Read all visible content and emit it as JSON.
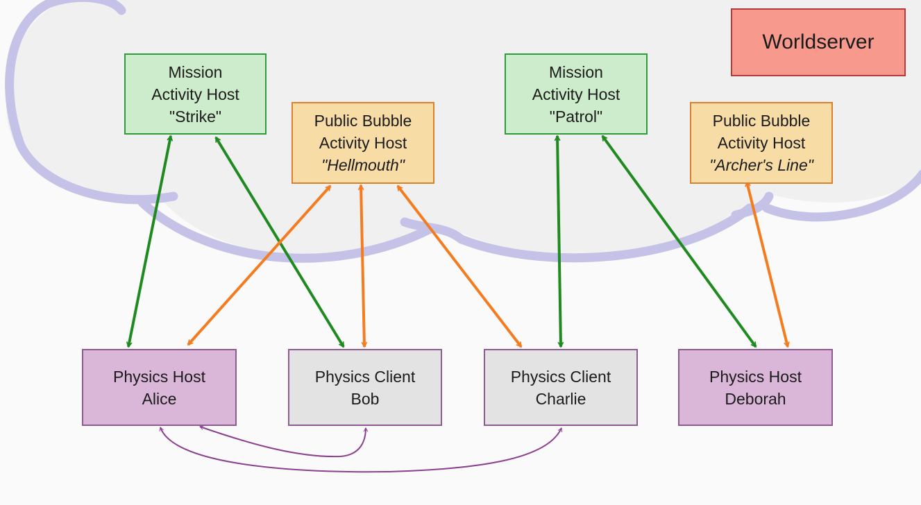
{
  "diagram": {
    "region": {
      "label": "Worldserver",
      "color": "#f79a8d"
    },
    "cloud_color": "#c5c2e8",
    "link_colors": {
      "mission": "#1f8a1f",
      "bubble": "#f47c20",
      "physics": "#8a3f8f"
    },
    "activity_hosts": [
      {
        "id": "strike",
        "kind": "mission",
        "lines": [
          "Mission",
          "Activity Host",
          "\"Strike\""
        ]
      },
      {
        "id": "hellmouth",
        "kind": "bubble",
        "lines": [
          "Public Bubble",
          "Activity Host",
          "\"Hellmouth\""
        ]
      },
      {
        "id": "patrol",
        "kind": "mission",
        "lines": [
          "Mission",
          "Activity Host",
          "\"Patrol\""
        ]
      },
      {
        "id": "archers",
        "kind": "bubble",
        "lines": [
          "Public Bubble",
          "Activity Host",
          "\"Archer's Line\""
        ]
      }
    ],
    "players": [
      {
        "id": "alice",
        "kind": "host",
        "lines": [
          "Physics Host",
          "Alice"
        ]
      },
      {
        "id": "bob",
        "kind": "client",
        "lines": [
          "Physics Client",
          "Bob"
        ]
      },
      {
        "id": "charlie",
        "kind": "client",
        "lines": [
          "Physics Client",
          "Charlie"
        ]
      },
      {
        "id": "deborah",
        "kind": "host",
        "lines": [
          "Physics Host",
          "Deborah"
        ]
      }
    ],
    "links": [
      {
        "from": "strike",
        "to": "alice",
        "type": "mission"
      },
      {
        "from": "strike",
        "to": "bob",
        "type": "mission"
      },
      {
        "from": "hellmouth",
        "to": "alice",
        "type": "bubble"
      },
      {
        "from": "hellmouth",
        "to": "bob",
        "type": "bubble"
      },
      {
        "from": "hellmouth",
        "to": "charlie",
        "type": "bubble"
      },
      {
        "from": "patrol",
        "to": "charlie",
        "type": "mission"
      },
      {
        "from": "patrol",
        "to": "deborah",
        "type": "mission"
      },
      {
        "from": "archers",
        "to": "deborah",
        "type": "bubble"
      },
      {
        "from": "alice",
        "to": "bob",
        "type": "physics"
      },
      {
        "from": "alice",
        "to": "charlie",
        "type": "physics"
      }
    ]
  }
}
